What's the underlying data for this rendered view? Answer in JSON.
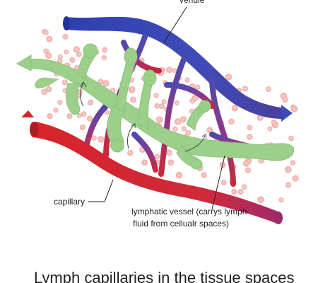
{
  "labels": {
    "venule": "venule",
    "capillary": "capillary",
    "lymphatic_line1": "lymphatic vessel (carrys lymph",
    "lymphatic_line2": "fluid from cellualr spaces)"
  },
  "caption": "Lymph capillaries in the tissue spaces",
  "colors": {
    "venule": "#3f4bb8",
    "arteriole": "#d8232a",
    "capillary_mid": "#8a3a8a",
    "lymphatic": "#9ccf8a",
    "lymphatic_dark": "#7db36b",
    "cell": "#f2b7b4",
    "cell_inner": "#f7d3d1",
    "background": "#ffffff"
  }
}
